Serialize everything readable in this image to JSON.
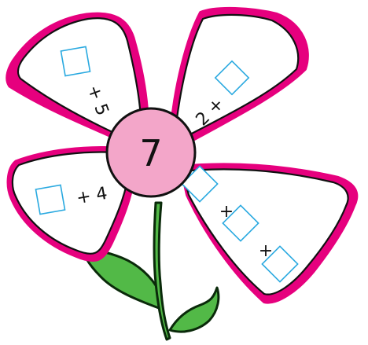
{
  "colors": {
    "background": "#ffffff",
    "petal_fill": "#ffffff",
    "petal_outline": "#111111",
    "petal_rim": "#e6007e",
    "center_fill": "#f3a6c9",
    "center_outline": "#111111",
    "answer_box": "#29a9e0",
    "stem_fill": "#52b947",
    "stem_outline": "#0a2a0a"
  },
  "flower": {
    "center": {
      "value": "7"
    },
    "petals": [
      {
        "id": "top-left",
        "boxes": 1,
        "addend": "+ 5"
      },
      {
        "id": "top-right",
        "boxes": 1,
        "prefix": "2 +"
      },
      {
        "id": "left",
        "boxes": 1,
        "addend": "+ 4"
      },
      {
        "id": "right",
        "boxes": 3,
        "plus_1": "+",
        "plus_2": "+"
      }
    ]
  },
  "icons": {
    "stem": "stem-icon",
    "leaf_left": "leaf-left-icon",
    "leaf_right": "leaf-right-icon"
  }
}
